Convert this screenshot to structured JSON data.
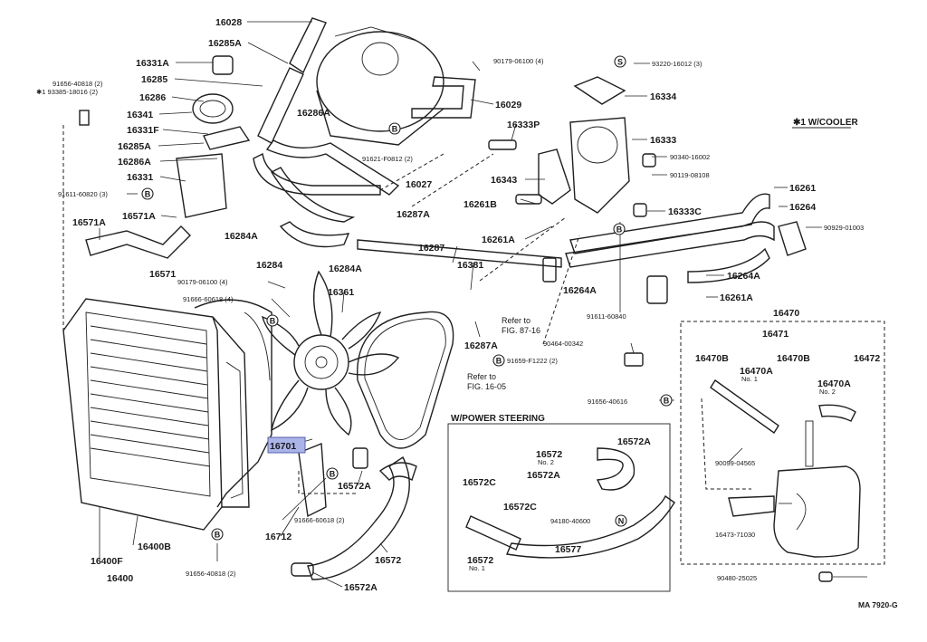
{
  "labels": {
    "p16028": "16028",
    "p16285A_top": "16285A",
    "p16331A": "16331A",
    "p16285": "16285",
    "p16286": "16286",
    "p16341": "16341",
    "p16331F": "16331F",
    "p16285A_mid": "16285A",
    "p16286A_l": "16286A",
    "p16331": "16331",
    "p91611_60820": "91611-60820 (3)",
    "p16571A_l": "16571A",
    "p16571A_r": "16571A",
    "p16571": "16571",
    "p91656_40818_tl": "91656-40818 (2)",
    "p93385": "✱1 93385-18016 (2)",
    "p16286A_c": "16286A",
    "p91621": "91621-F0812 (2)",
    "p16027": "16027",
    "p16287A_t": "16287A",
    "p16284A_l": "16284A",
    "p16284": "16284",
    "p16284A_b": "16284A",
    "p90179_06100_t": "90179-06100 (4)",
    "p93220": "93220-16012 (3)",
    "p16029": "16029",
    "p16334": "16334",
    "p16333P": "16333P",
    "p16333": "16333",
    "p16343": "16343",
    "p16261B": "16261B",
    "p90340": "90340-16002",
    "p90119": "90119-08108",
    "p16333C": "16333C",
    "p16261": "16261",
    "p16264": "16264",
    "p90929": "90929-01003",
    "p16261A_l": "16261A",
    "p16264A_b": "16264A",
    "p16264A_r": "16264A",
    "p16261A_r": "16261A",
    "p16287": "16287",
    "p16381": "16381",
    "p90179_06100_b": "90179-06100 (4)",
    "p91666_60618_t": "91666-60618 (4)",
    "p16361": "16361",
    "p91611_60840": "91611-60840",
    "p16287A_b": "16287A",
    "p90464": "90464-00342",
    "p91659": "91659-F1222 (2)",
    "p91656_40616": "91656-40616",
    "p16701": "16701",
    "p16572A_mid": "16572A",
    "p91666_60618_b": "91666-60618 (2)",
    "p16712": "16712",
    "p16400B": "16400B",
    "p16400F": "16400F",
    "p16400": "16400",
    "p91656_40818_b": "91656-40818 (2)",
    "p16572": "16572",
    "p16572A_bot": "16572A",
    "p16470": "16470",
    "p16471": "16471",
    "p16470B_l": "16470B",
    "p16470A_1": "16470A",
    "p16470B_r": "16470B",
    "p16472": "16472",
    "p16470A_2": "16470A",
    "p90099": "90099-04565",
    "p16473": "16473-71030",
    "p90480": "90480-25025",
    "ps16572A_t": "16572A",
    "ps16572": "16572",
    "ps16572A_m": "16572A",
    "ps16572C_l": "16572C",
    "ps16572C_r": "16572C",
    "ps94180": "94180-40600",
    "ps16577": "16577",
    "ps16572_1": "16572"
  },
  "sublabels": {
    "no2": "No. 2",
    "no1": "No. 1"
  },
  "notes": {
    "refer_87": "Refer to",
    "refer_87b": "FIG. 87-16",
    "refer_16": "Refer to",
    "refer_16b": "FIG. 16-05",
    "w_cooler": "✱1 W/COOLER",
    "w_power": "W/POWER STEERING",
    "ref_code": "MA 7920-G"
  },
  "markers": {
    "B": "B",
    "S": "S",
    "N": "N"
  },
  "colors": {
    "highlight": "#aab4e8"
  }
}
